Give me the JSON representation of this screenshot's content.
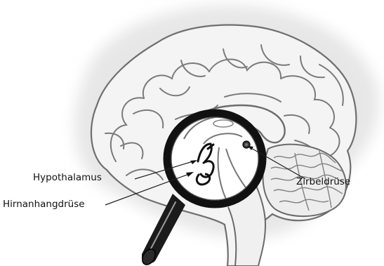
{
  "labels": {
    "hypothalamus": "Hypothalamus",
    "hirnanhangdruese": "Hirnanhangdrüse",
    "zirbeldruese": "Zirbeldrüse"
  },
  "colors": {
    "background_glow": "#e6e6e6",
    "brain_outline": "#6f6f6f",
    "lens_rim": "#111111",
    "lens_fill": "#ffffff",
    "handle": "#1a1a1a",
    "handle_shine": "#9a9a9a",
    "label_text": "#111111"
  },
  "icons": {
    "brain": "brain-sagittal-section",
    "magnifier": "magnifying-glass-icon"
  }
}
